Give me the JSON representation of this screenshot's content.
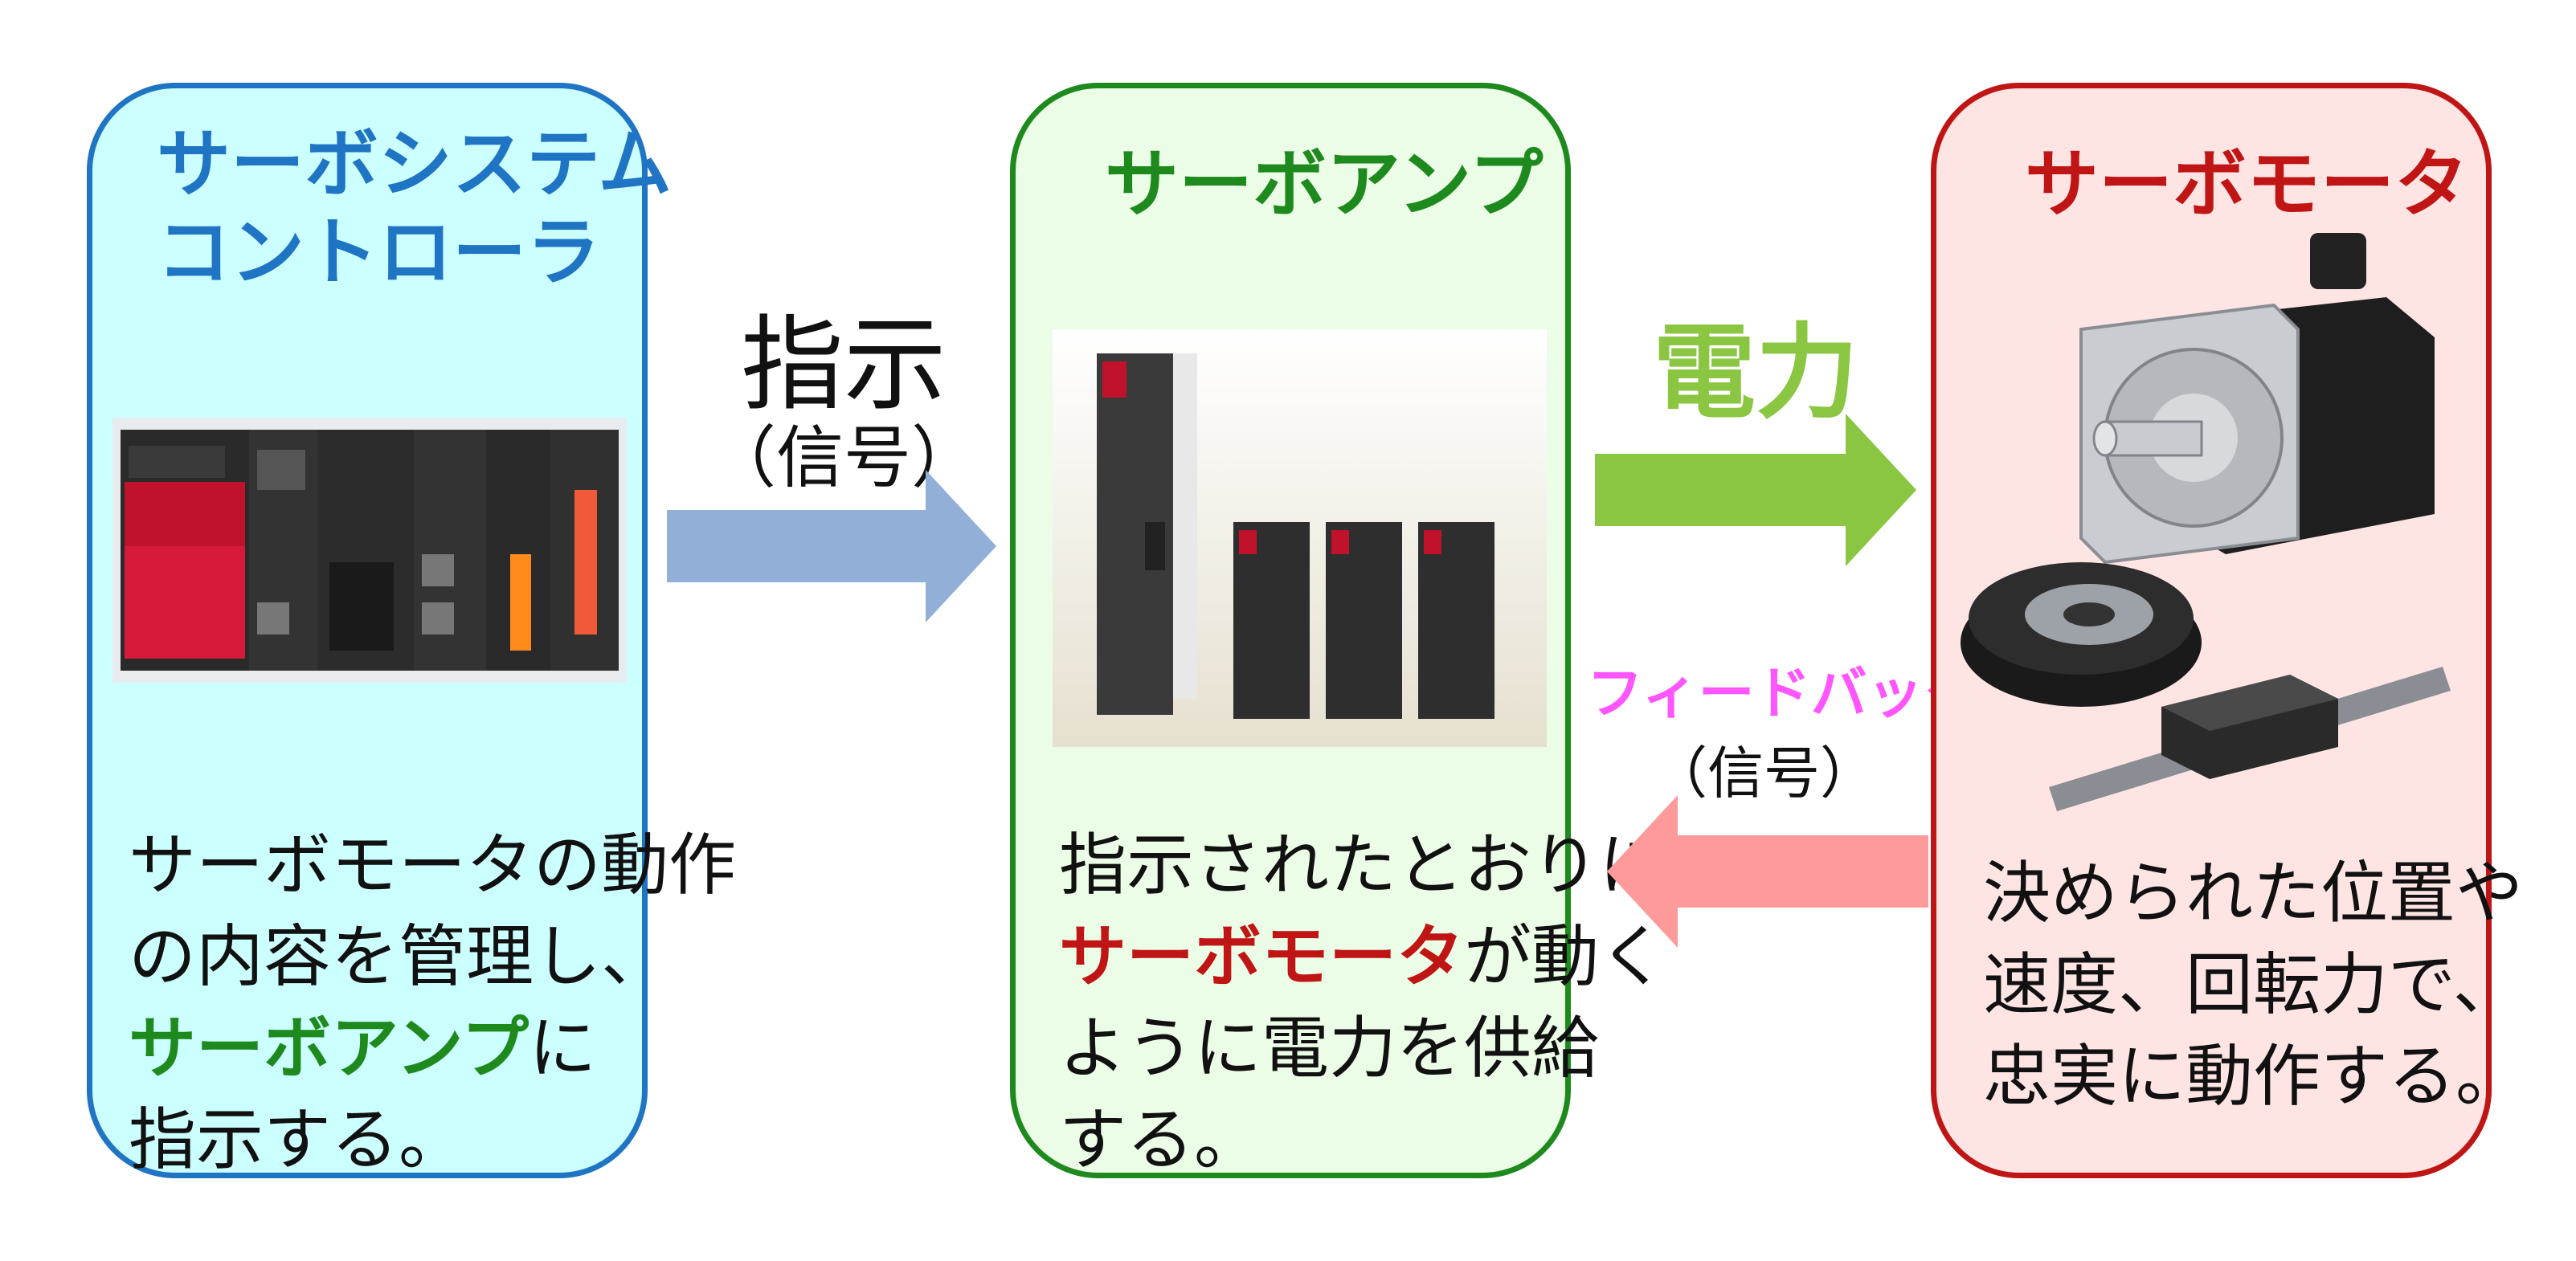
{
  "boxes": {
    "controller": {
      "title_line1": "サーボシステム",
      "title_line2": "コントローラ",
      "desc_line1": "サーボモータの動作",
      "desc_line2": "の内容を管理し、",
      "desc_line3_highlight": "サーボアンプ",
      "desc_line3_rest": "に",
      "desc_line4": "指示する。"
    },
    "amp": {
      "title": "サーボアンプ",
      "desc_line1": "指示されたとおりに",
      "desc_line2_highlight": "サーボモータ",
      "desc_line2_rest": "が動く",
      "desc_line3": "ように電力を供給",
      "desc_line4": "する。"
    },
    "motor": {
      "title": "サーボモータ",
      "desc_line1": "決められた位置や",
      "desc_line2": "速度、回転力で、",
      "desc_line3": "忠実に動作する。"
    }
  },
  "arrows": {
    "command": {
      "label": "指示",
      "sublabel": "（信号）"
    },
    "power": {
      "label": "電力"
    },
    "feedback": {
      "label": "フィードバック",
      "sublabel": "（信号）"
    }
  },
  "colors": {
    "controller_accent": "#1f74c4",
    "amp_accent": "#1e8a1e",
    "motor_accent": "#c01515",
    "command_arrow": "#92afd8",
    "power_arrow": "#8ac641",
    "feedback_arrow": "#ff9a9a",
    "feedback_label": "#ff55ff"
  }
}
